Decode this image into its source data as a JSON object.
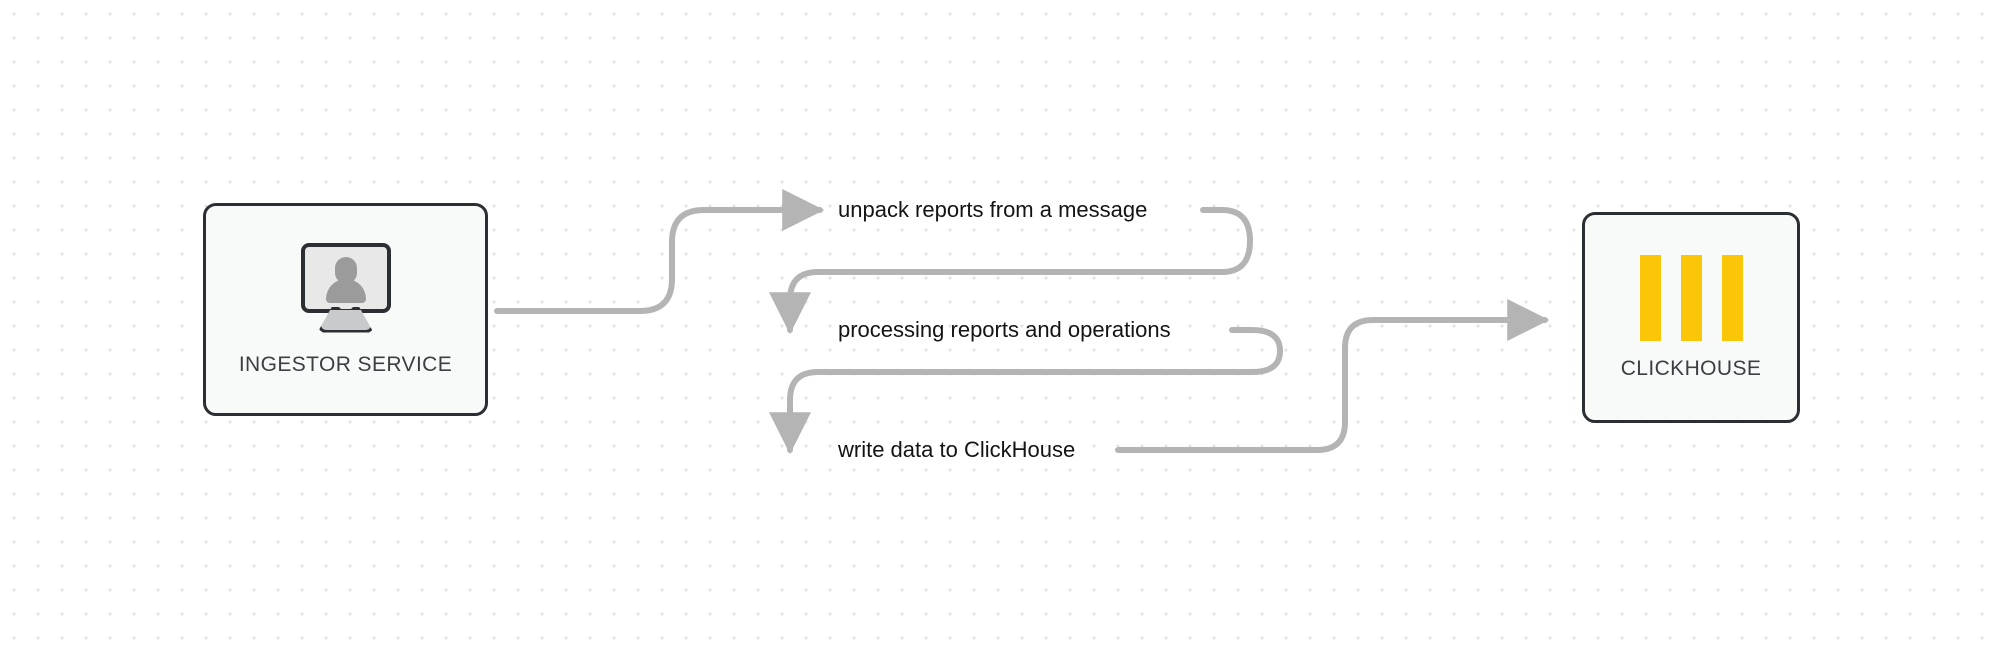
{
  "diagram": {
    "type": "flowchart",
    "background": "#ffffff",
    "grid": "dot-grid",
    "edge_color": "#b4b4b4",
    "node_border_color": "#2b2f33",
    "node_fill_color": "#f8f9f9",
    "accent_color": "#fcc608",
    "nodes": [
      {
        "id": "ingestor",
        "label": "INGESTOR SERVICE",
        "icon": "monitor-user-icon"
      },
      {
        "id": "clickhouse",
        "label": "CLICKHOUSE",
        "icon": "clickhouse-logo-icon"
      }
    ],
    "steps": [
      {
        "id": "unpack",
        "label": "unpack reports from a message"
      },
      {
        "id": "process",
        "label": "processing reports and operations"
      },
      {
        "id": "write",
        "label": "write data to ClickHouse"
      }
    ]
  }
}
